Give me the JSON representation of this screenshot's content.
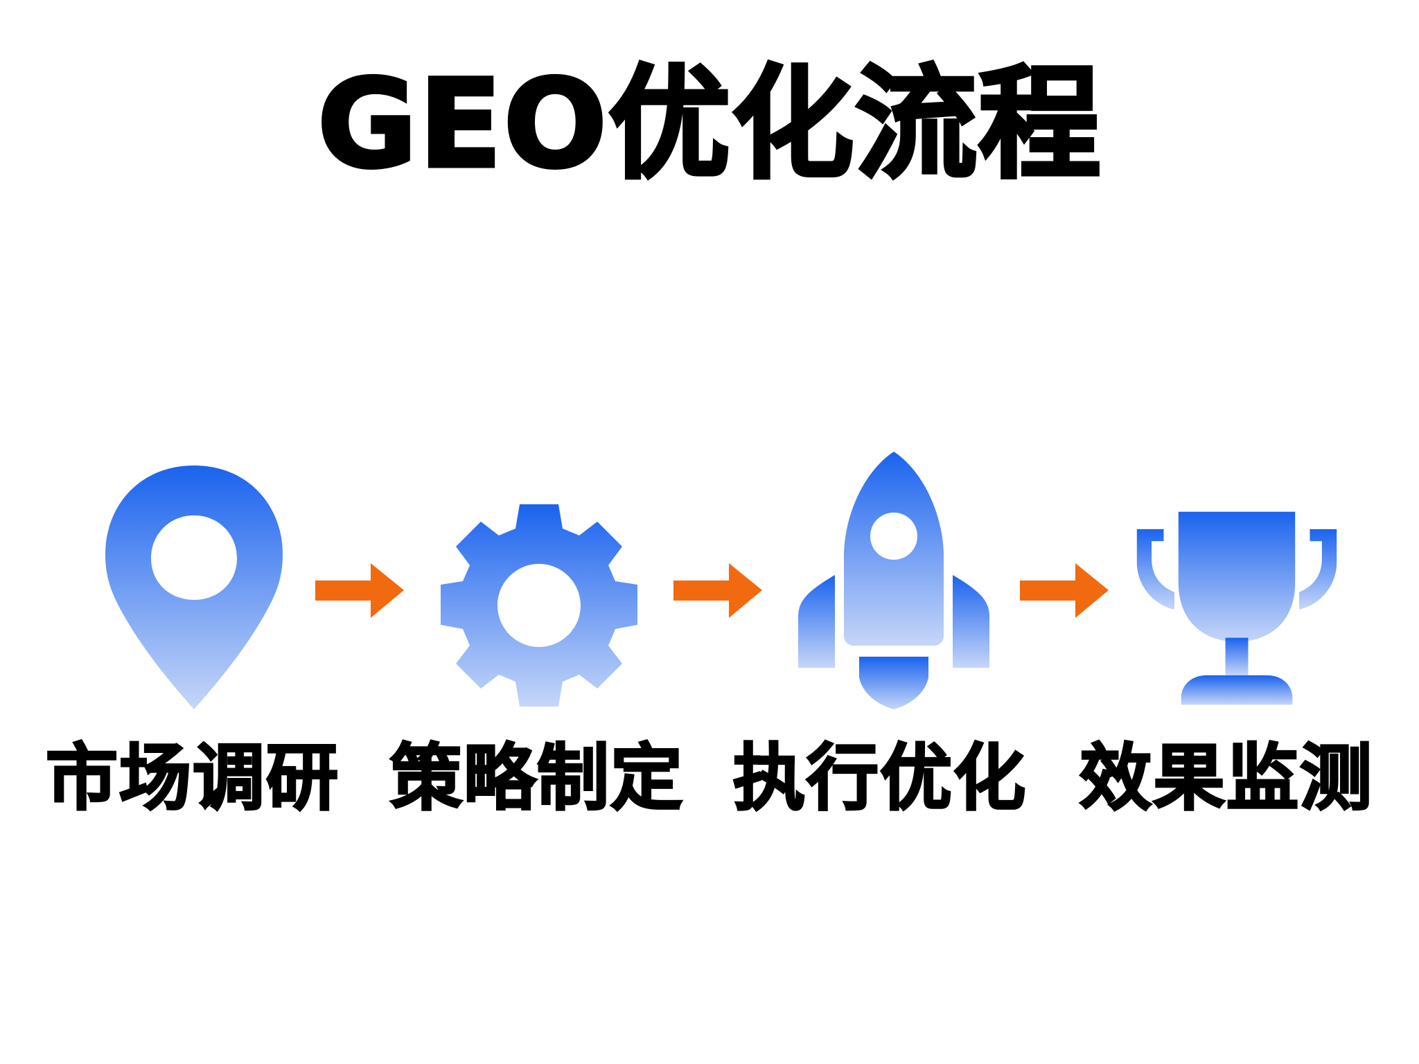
{
  "title": "GEO优化流程",
  "steps": [
    {
      "label": "市场调研",
      "icon": "map-pin-icon"
    },
    {
      "label": "策略制定",
      "icon": "gear-icon"
    },
    {
      "label": "执行优化",
      "icon": "rocket-icon"
    },
    {
      "label": "效果监测",
      "icon": "trophy-icon"
    }
  ],
  "colors": {
    "icon_gradient_top": "#1a63ee",
    "icon_gradient_bottom": "#c6d6f8",
    "arrow": "#f26a10",
    "text": "#000000",
    "background": "#ffffff"
  }
}
